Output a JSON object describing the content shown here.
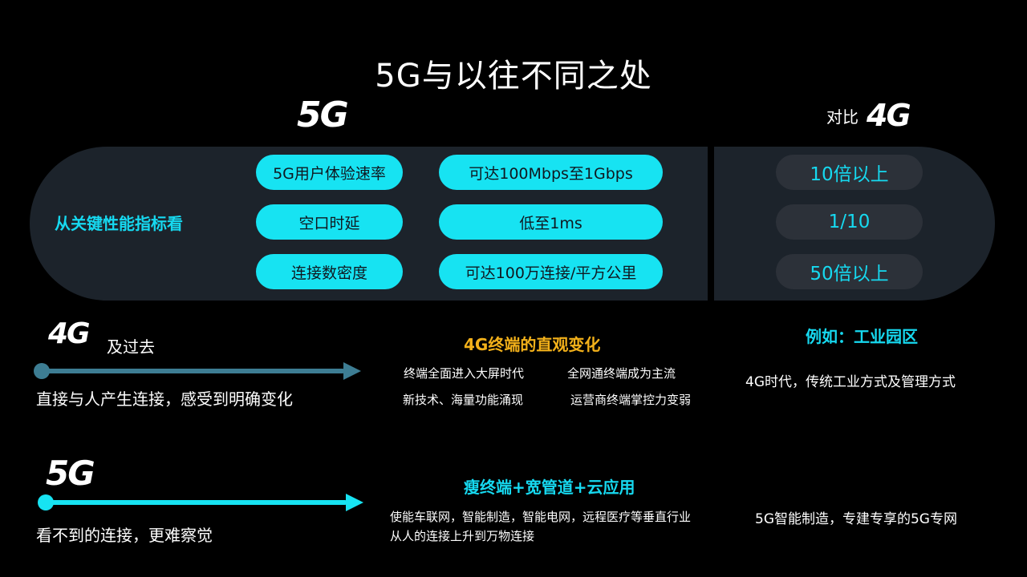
{
  "title": "5G与以往不同之处",
  "logo_5g": "5G",
  "logo_4g": "4G",
  "compare_label": "对比",
  "panel": {
    "label": "从关键性能指标看",
    "rows": [
      {
        "metric": "5G用户体验速率",
        "value": "可达100Mbps至1Gbps",
        "vs_4g": "10倍以上"
      },
      {
        "metric": "空口时延",
        "value": "低至1ms",
        "vs_4g": "1/10"
      },
      {
        "metric": "连接数密度",
        "value": "可达100万连接/平方公里",
        "vs_4g": "50倍以上"
      }
    ]
  },
  "era_4g": {
    "label": "及过去",
    "subtitle": "直接与人产生连接，感受到明确变化",
    "heading": "4G终端的直观变化",
    "items": [
      "终端全面进入大屏时代",
      "全网通终端成为主流",
      "新技术、海量功能涌现",
      "运营商终端掌控力变弱"
    ],
    "example_heading": "例如：工业园区",
    "example_text": "4G时代，传统工业方式及管理方式"
  },
  "era_5g": {
    "subtitle": "看不到的连接，更难察觉",
    "heading": "瘦终端+宽管道+云应用",
    "lines": [
      "使能车联网，智能制造，智能电网，远程医疗等垂直行业",
      "从人的连接上升到万物连接"
    ],
    "example_text": "5G智能制造，专建专享的5G专网"
  },
  "colors": {
    "cyan": "#17e3f2",
    "orange": "#f3b11a",
    "panel_bg": "#1c232b",
    "arrow_4g": "#3d7d93"
  }
}
